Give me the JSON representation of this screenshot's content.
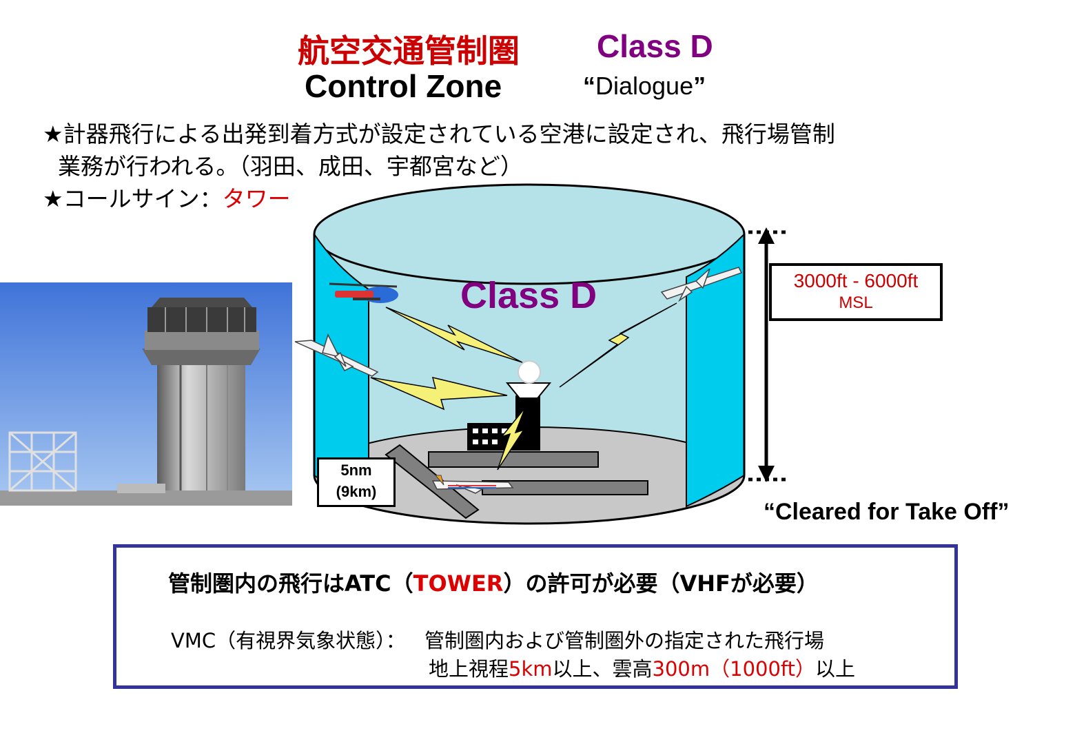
{
  "header": {
    "title_jp": "航空交通管制圏",
    "title_class": "Class D",
    "title_en": "Control Zone",
    "dialogue_open": "“",
    "dialogue_word": "Dialogue",
    "dialogue_close": "”"
  },
  "bullets": {
    "line1": "★計器飛行による出発到着方式が設定されている空港に設定され、飛行場管制",
    "line1_cont": "業務が行われる。（羽田、成田、宇都宮など）",
    "callsign_prefix": "★コールサイン：",
    "callsign_value": "タワー"
  },
  "diagram": {
    "class_label": "Class D",
    "altitude_line1": "3000ft - 6000ft",
    "altitude_line2": "MSL",
    "distance_line1": "5nm",
    "distance_line2": "(9km)",
    "cleared_text": "“Cleared for Take Off”"
  },
  "info": {
    "line1_prefix": "管制圏内の飛行はATC（",
    "line1_highlight": "TOWER",
    "line1_suffix": "）の許可が必要（VHFが必要）",
    "vmc_label": "VMC（有視界気象状態）：",
    "vmc_line1": "管制圏内および管制圏外の指定された飛行場",
    "vmc_line2_a": "地上視程",
    "vmc_line2_b": "5km",
    "vmc_line2_c": "以上、雲高",
    "vmc_line2_d": "300m（1000ft）",
    "vmc_line2_e": "以上"
  },
  "colors": {
    "title_red": "#cc0000",
    "class_purple": "#800080",
    "cylinder_face": "#b0e0e6",
    "cylinder_side": "#00ccee",
    "box_border": "#333399"
  }
}
